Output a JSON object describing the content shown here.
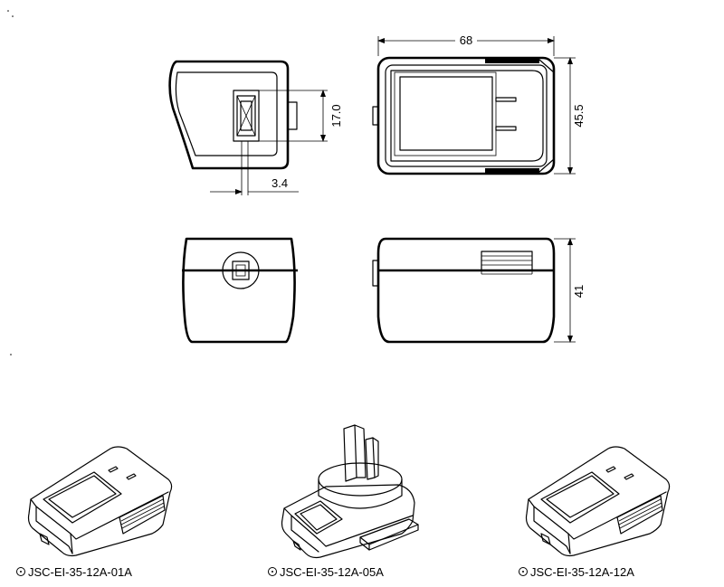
{
  "dimensions": {
    "width": "68",
    "height": "45.5",
    "pin_height": "17.0",
    "pin_width": "3.4",
    "depth": "41"
  },
  "models": [
    {
      "label": "JSC-EI-35-12A-01A"
    },
    {
      "label": "JSC-EI-35-12A-05A"
    },
    {
      "label": "JSC-EI-35-12A-12A"
    }
  ]
}
